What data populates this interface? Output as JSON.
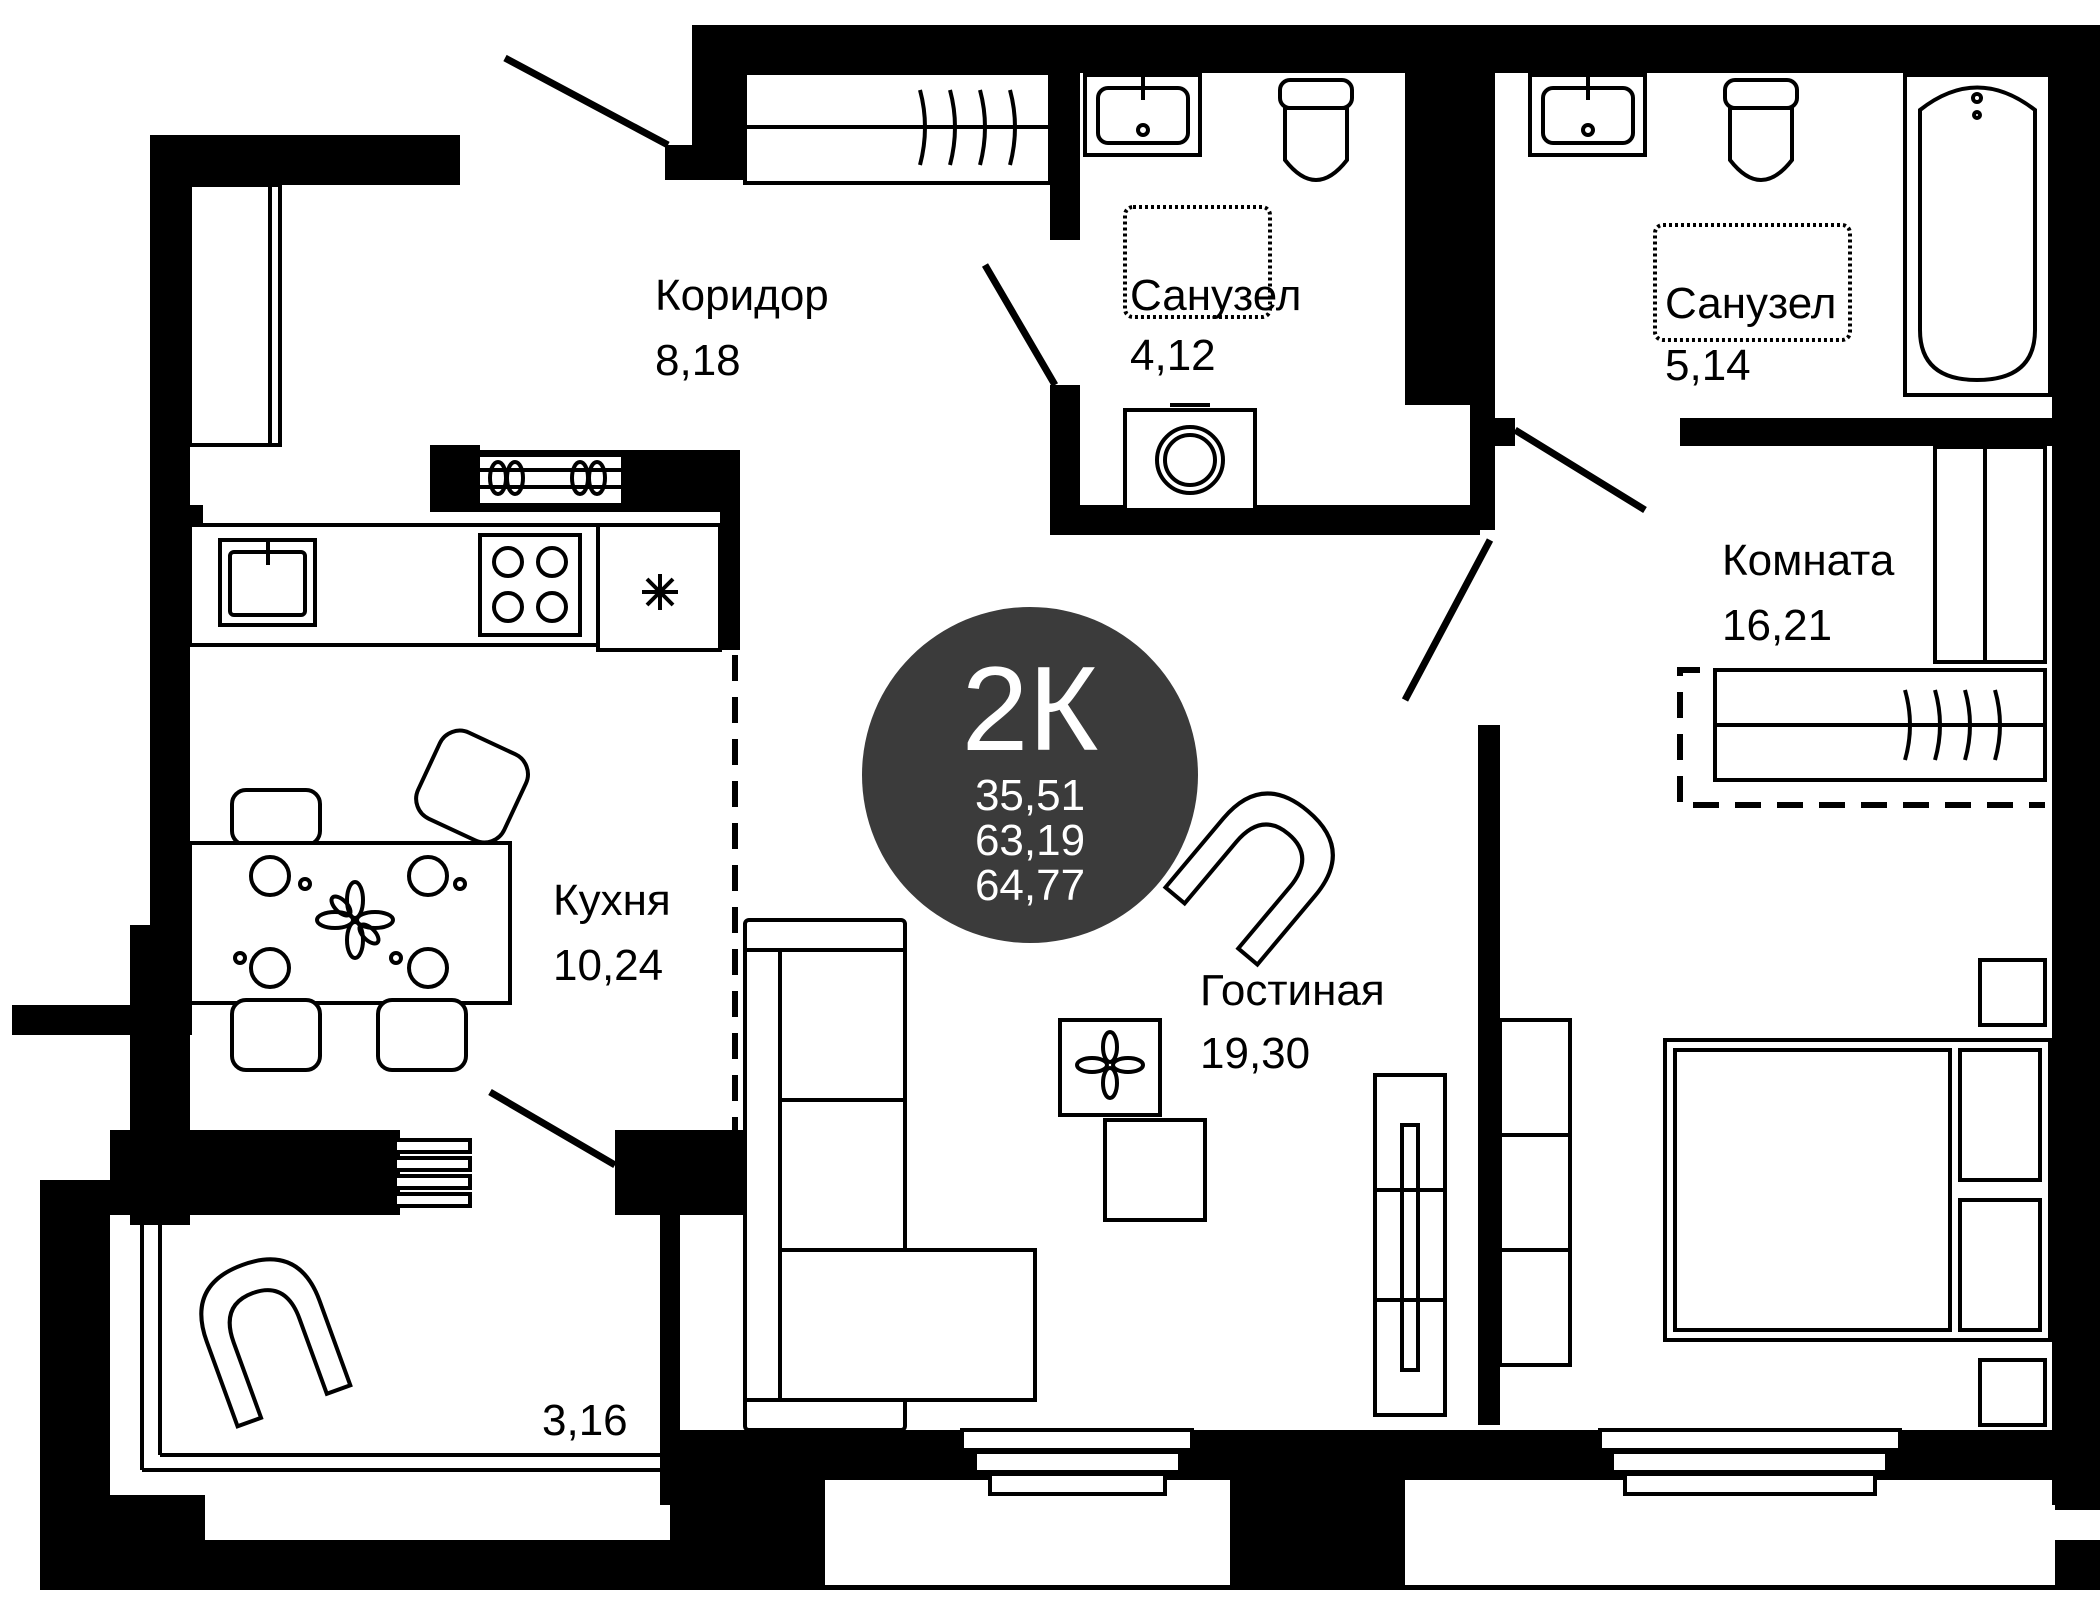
{
  "apartment": {
    "type_label": "2К",
    "areas": [
      "35,51",
      "63,19",
      "64,77"
    ],
    "badge_color": "#3b3b3b"
  },
  "rooms": {
    "corridor": {
      "name": "Коридор",
      "area": "8,18"
    },
    "bathroom_small": {
      "name": "Санузел",
      "area": "4,12"
    },
    "bathroom_large": {
      "name": "Санузел",
      "area": "5,14"
    },
    "bedroom": {
      "name": "Комната",
      "area": "16,21"
    },
    "kitchen": {
      "name": "Кухня",
      "area": "10,24"
    },
    "living": {
      "name": "Гостиная",
      "area": "19,30"
    },
    "balcony": {
      "area": "3,16"
    }
  }
}
